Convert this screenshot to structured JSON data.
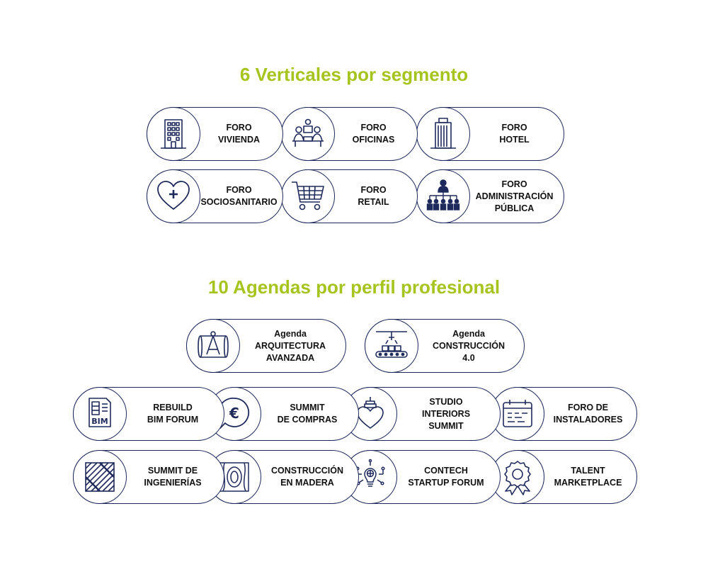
{
  "colors": {
    "accent": "#a6c41e",
    "outline": "#1f2a5c",
    "text": "#111111"
  },
  "sections": [
    {
      "title": "6 Verticales por segmento"
    },
    {
      "title": "10 Agendas por perfil profesional"
    }
  ],
  "items": [
    {
      "icon": "building-icon",
      "lines": [
        "FORO",
        "VIVIENDA"
      ]
    },
    {
      "icon": "meeting-icon",
      "lines": [
        "FORO",
        "OFICINAS"
      ]
    },
    {
      "icon": "skyscraper-icon",
      "lines": [
        "FORO",
        "HOTEL"
      ]
    },
    {
      "icon": "heart-plus-icon",
      "lines": [
        "FORO",
        "SOCIOSANITARIO"
      ]
    },
    {
      "icon": "shopping-cart-icon",
      "lines": [
        "FORO",
        "RETAIL"
      ]
    },
    {
      "icon": "org-chart-icon",
      "lines": [
        "FORO",
        "ADMINISTRACIÓN",
        "PÚBLICA"
      ]
    },
    {
      "icon": "blueprint-compass-icon",
      "lines": [
        "Agenda",
        "ARQUITECTURA",
        "AVANZADA"
      ]
    },
    {
      "icon": "conveyor-robot-icon",
      "lines": [
        "Agenda",
        "CONSTRUCCIÓN",
        "4.0"
      ]
    },
    {
      "icon": "bim-document-icon",
      "lines": [
        "REBUILD",
        "BIM FORUM"
      ]
    },
    {
      "icon": "euro-bubble-icon",
      "lines": [
        "SUMMIT",
        "DE COMPRAS"
      ]
    },
    {
      "icon": "heart-lamp-icon",
      "lines": [
        "STUDIO",
        "INTERIORS",
        "SUMMIT"
      ]
    },
    {
      "icon": "calendar-icon",
      "lines": [
        "FORO DE",
        "INSTALADORES"
      ]
    },
    {
      "icon": "hatched-square-icon",
      "lines": [
        "SUMMIT DE",
        "INGENIERÍAS"
      ]
    },
    {
      "icon": "wood-grain-icon",
      "lines": [
        "CONSTRUCCIÓN",
        "EN MADERA"
      ]
    },
    {
      "icon": "lightbulb-circuit-icon",
      "lines": [
        "CONTECH",
        "STARTUP FORUM"
      ]
    },
    {
      "icon": "award-rosette-icon",
      "lines": [
        "TALENT",
        "MARKETPLACE"
      ]
    }
  ]
}
